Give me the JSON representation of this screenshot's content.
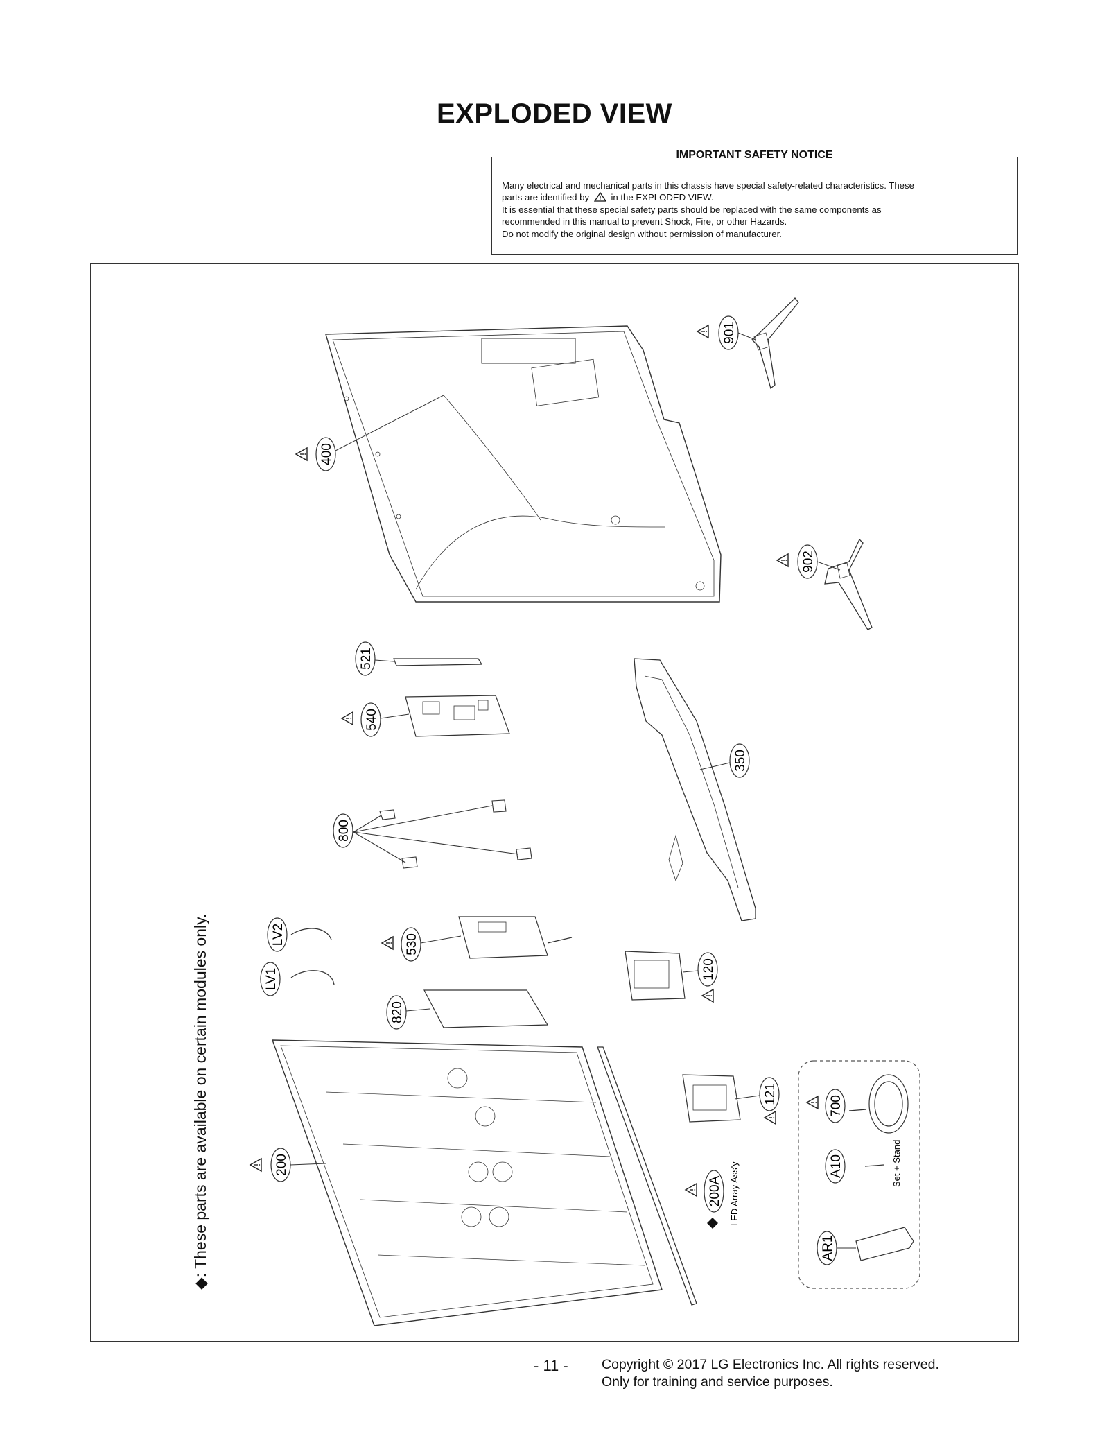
{
  "page": {
    "title": "EXPLODED VIEW",
    "page_number": "- 11 -"
  },
  "notice": {
    "title": "IMPORTANT SAFETY NOTICE",
    "line1": "Many electrical and mechanical parts in this chassis have special safety-related characteristics. These",
    "line2_pre": "parts are identified by",
    "line2_post": "in the EXPLODED VIEW.",
    "line3": "It is essential that these special safety parts should be replaced with the same components as",
    "line4": "recommended in this manual to prevent Shock, Fire, or other Hazards.",
    "line5": "Do not modify the original design without permission of manufacturer."
  },
  "side_note": ": These parts are available on certain modules only.",
  "footer": {
    "copyright_line1": "Copyright © 2017 LG Electronics Inc. All rights reserved.",
    "copyright_line2": "Only for training and service purposes."
  },
  "callouts": {
    "c400": "400",
    "c901": "901",
    "c902": "902",
    "c521": "521",
    "c540": "540",
    "c350": "350",
    "c800": "800",
    "c530": "530",
    "c120": "120",
    "c820": "820",
    "c121": "121",
    "c200": "200",
    "c200A": "200A",
    "c700": "700",
    "c10": "A10",
    "cAR1": "AR1",
    "cLV1": "LV1",
    "cLV2": "LV2"
  },
  "labels": {
    "led_array": "LED Array Ass'y",
    "set_stand": "Set + Stand"
  },
  "icons": [
    "warning-triangle-icon",
    "diamond-bullet-icon"
  ]
}
